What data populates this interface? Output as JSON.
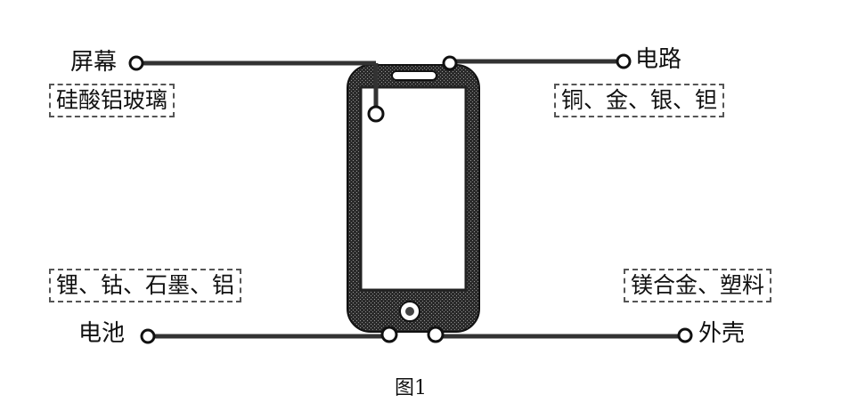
{
  "components": {
    "screen": {
      "label": "屏幕",
      "material": "硅酸铝玻璃"
    },
    "circuit": {
      "label": "电路",
      "material": "铜、金、银、钽"
    },
    "battery": {
      "label": "电池",
      "material": "锂、钴、石墨、铝"
    },
    "casing": {
      "label": "外壳",
      "material": "镁合金、塑料"
    }
  },
  "caption": "图1"
}
